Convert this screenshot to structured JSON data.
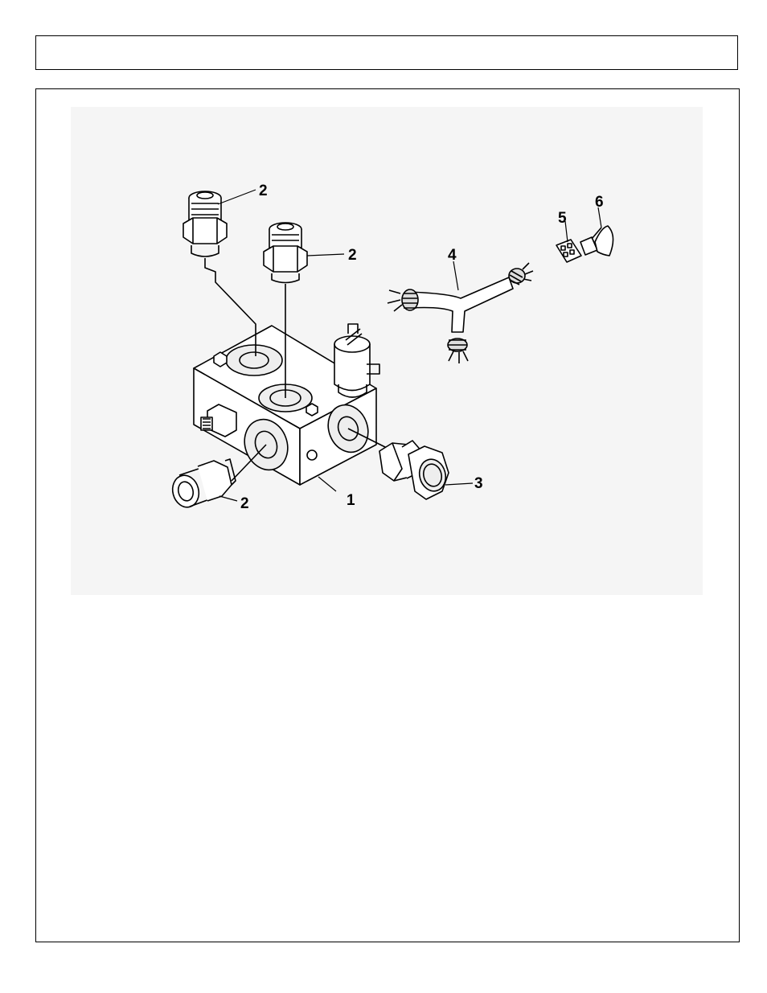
{
  "callouts": {
    "c2a": "2",
    "c2b": "2",
    "c2c": "2",
    "c1": "1",
    "c3": "3",
    "c4": "4",
    "c5": "5",
    "c6": "6"
  }
}
